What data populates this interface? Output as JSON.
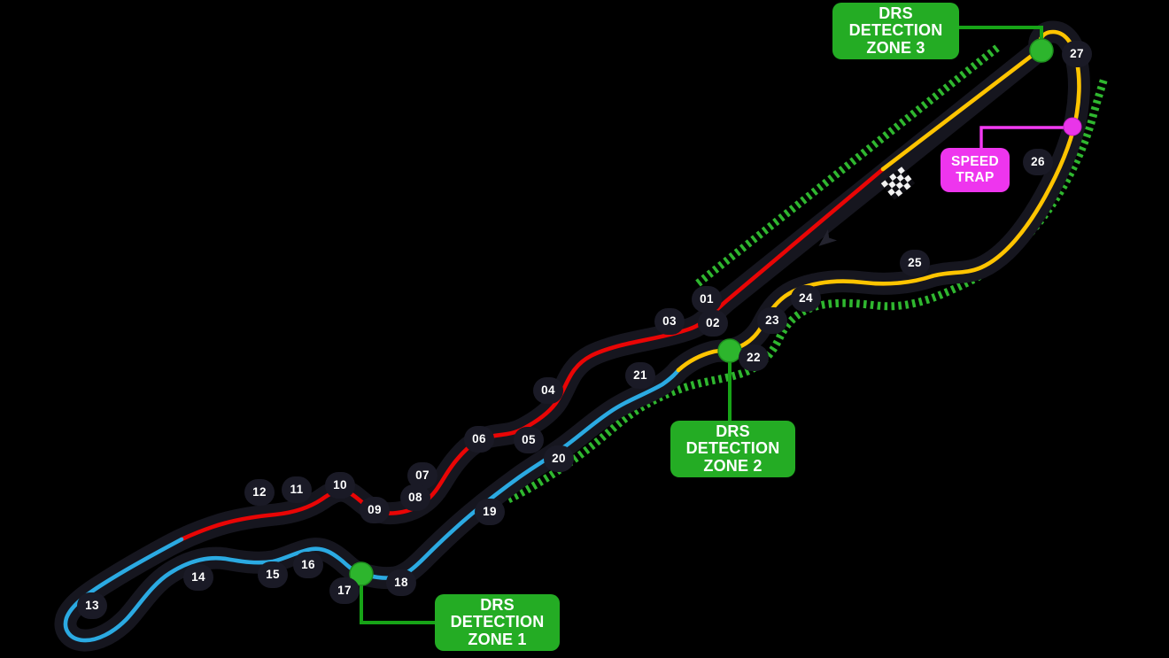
{
  "map": {
    "description_labels": {
      "drs_zone_1": {
        "line1": "DRS",
        "line2": "DETECTION",
        "line3": "ZONE 1"
      },
      "drs_zone_2": {
        "line1": "DRS",
        "line2": "DETECTION",
        "line3": "ZONE 2"
      },
      "drs_zone_3": {
        "line1": "DRS",
        "line2": "DETECTION",
        "line3": "ZONE 3"
      },
      "speed_trap": {
        "line1": "SPEED",
        "line2": "TRAP"
      }
    }
  },
  "turns": [
    "01",
    "02",
    "03",
    "04",
    "05",
    "06",
    "07",
    "08",
    "09",
    "10",
    "11",
    "12",
    "13",
    "14",
    "15",
    "16",
    "17",
    "18",
    "19",
    "20",
    "21",
    "22",
    "23",
    "24",
    "25",
    "26",
    "27"
  ],
  "icons": {
    "start_finish": "checkered-flag-icon",
    "direction": "direction-arrow-icon",
    "drs_detection_point": "green-dot-marker",
    "speed_trap_point": "magenta-dot-marker"
  },
  "colors": {
    "background": "#000000",
    "track": "#16161F",
    "sector1": "#E90505",
    "sector2": "#2BAAE2",
    "sector3": "#FFC400",
    "drs_zone": "#31C131",
    "drs_label_bg": "#24AC24",
    "speed_trap_bg": "#EE35EE",
    "label_text": "#FFFFFF",
    "badge_bg": "#1A1A26",
    "badge_text": "#FFFFFF",
    "connector_green": "#17A317",
    "connector_magenta": "#F23BF2"
  }
}
